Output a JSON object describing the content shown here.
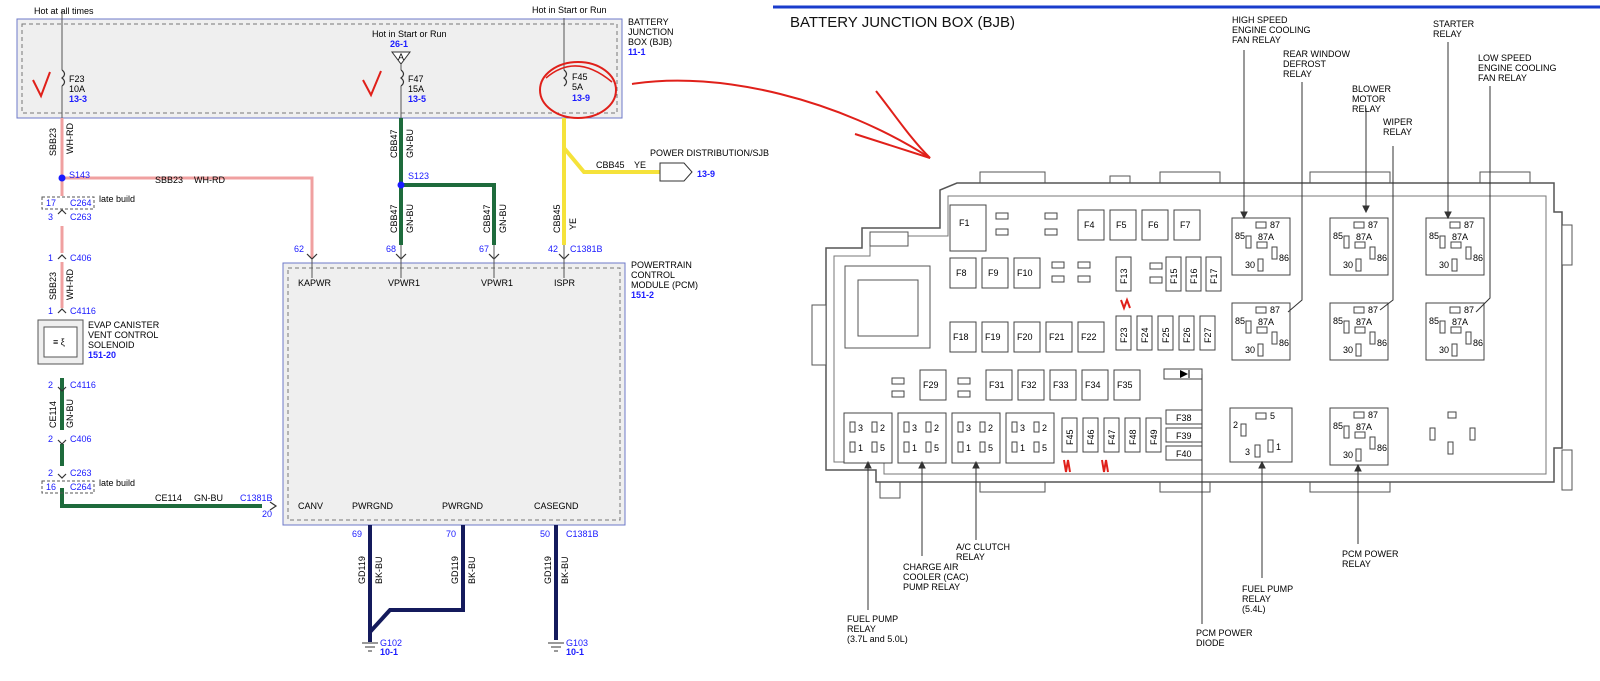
{
  "schematic": {
    "hot_at_all_times": "Hot at all times",
    "hot_start_run_top": "Hot in Start or Run",
    "hot_start_run_mid": "Hot in Start or Run",
    "mid_ref": "26-1",
    "connector_a": "A",
    "bjb_label": [
      "BATTERY",
      "JUNCTION",
      "BOX (BJB)"
    ],
    "bjb_ref": "11-1",
    "fuses": [
      {
        "name": "F23",
        "rating": "10A",
        "ref": "13-3"
      },
      {
        "name": "F47",
        "rating": "15A",
        "ref": "13-5"
      },
      {
        "name": "F45",
        "rating": "5A",
        "ref": "13-9"
      }
    ],
    "wires": {
      "sbb23": "SBB23",
      "wh_rd": "WH-RD",
      "cbb47": "CBB47",
      "gn_bu": "GN-BU",
      "cbb45": "CBB45",
      "ye": "YE",
      "ce114": "CE114",
      "gd119": "GD119",
      "bk_bu": "BK-BU"
    },
    "splices": {
      "s143": "S143",
      "s123": "S123"
    },
    "power_dist": "POWER DISTRIBUTION/SJB",
    "power_dist_ref": "13-9",
    "connectors": {
      "c264": "C264",
      "c263": "C263",
      "c406": "C406",
      "c4116": "C4116",
      "c1381b": "C1381B"
    },
    "late_build": "late build",
    "pins": {
      "p17": "17",
      "p3": "3",
      "p1a": "1",
      "p1b": "1",
      "p2a": "2",
      "p2b": "2",
      "p2c": "2",
      "p16": "16",
      "p62": "62",
      "p68": "68",
      "p67": "67",
      "p42": "42",
      "p20": "20",
      "p69": "69",
      "p70": "70",
      "p50": "50"
    },
    "evap": [
      "EVAP CANISTER",
      "VENT CONTROL",
      "SOLENOID"
    ],
    "evap_ref": "151-20",
    "pcm_label": [
      "POWERTRAIN",
      "CONTROL",
      "MODULE (PCM)"
    ],
    "pcm_ref": "151-2",
    "pcm_pins": {
      "kapwr": "KAPWR",
      "vpwr1a": "VPWR1",
      "vpwr1b": "VPWR1",
      "ispr": "ISPR",
      "canv": "CANV",
      "pwrgnd_a": "PWRGND",
      "pwrgnd_b": "PWRGND",
      "casegnd": "CASEGND"
    },
    "grounds": [
      {
        "name": "G102",
        "ref": "10-1"
      },
      {
        "name": "G103",
        "ref": "10-1"
      }
    ]
  },
  "bjb": {
    "title": "BATTERY JUNCTION BOX (BJB)",
    "fuses": {
      "f1": "F1",
      "f4": "F4",
      "f5": "F5",
      "f6": "F6",
      "f7": "F7",
      "f8": "F8",
      "f9": "F9",
      "f10": "F10",
      "f13": "F13",
      "f15": "F15",
      "f16": "F16",
      "f17": "F17",
      "f18": "F18",
      "f19": "F19",
      "f20": "F20",
      "f21": "F21",
      "f22": "F22",
      "f23": "F23",
      "f24": "F24",
      "f25": "F25",
      "f26": "F26",
      "f27": "F27",
      "f29": "F29",
      "f31": "F31",
      "f32": "F32",
      "f33": "F33",
      "f34": "F34",
      "f35": "F35",
      "f38": "F38",
      "f39": "F39",
      "f40": "F40",
      "f45": "F45",
      "f46": "F46",
      "f47": "F47",
      "f48": "F48",
      "f49": "F49"
    },
    "relay_pins": {
      "p85": "85",
      "p86": "86",
      "p87": "87",
      "p87a": "87A",
      "p30": "30"
    },
    "mini_pins": {
      "p1": "1",
      "p2": "2",
      "p3": "3",
      "p5": "5"
    },
    "callouts": {
      "hs_fan": [
        "HIGH SPEED",
        "ENGINE COOLING",
        "FAN RELAY"
      ],
      "rear_defrost": [
        "REAR WINDOW",
        "DEFROST",
        "RELAY"
      ],
      "blower": [
        "BLOWER",
        "MOTOR",
        "RELAY"
      ],
      "wiper": [
        "WIPER",
        "RELAY"
      ],
      "starter": [
        "STARTER",
        "RELAY"
      ],
      "ls_fan": [
        "LOW SPEED",
        "ENGINE COOLING",
        "FAN RELAY"
      ],
      "ac_clutch": [
        "A/C CLUTCH",
        "RELAY"
      ],
      "cac_pump": [
        "CHARGE AIR",
        "COOLER (CAC)",
        "PUMP RELAY"
      ],
      "fuel_pump_a": [
        "FUEL PUMP",
        "RELAY",
        "(3.7L and 5.0L)"
      ],
      "pcm_diode": [
        "PCM POWER",
        "DIODE"
      ],
      "fuel_pump_b": [
        "FUEL PUMP",
        "RELAY",
        "(5.4L)"
      ],
      "pcm_power": [
        "PCM POWER",
        "RELAY"
      ]
    }
  },
  "colors": {
    "wire_pink": "#f0a0a0",
    "wire_green": "#1e6b3c",
    "wire_yellow": "#f5e23a",
    "wire_navy": "#141a5c",
    "ref_blue": "#1a1aff",
    "annotation_red": "#e0201a",
    "title_bar": "#1a3ccc"
  }
}
